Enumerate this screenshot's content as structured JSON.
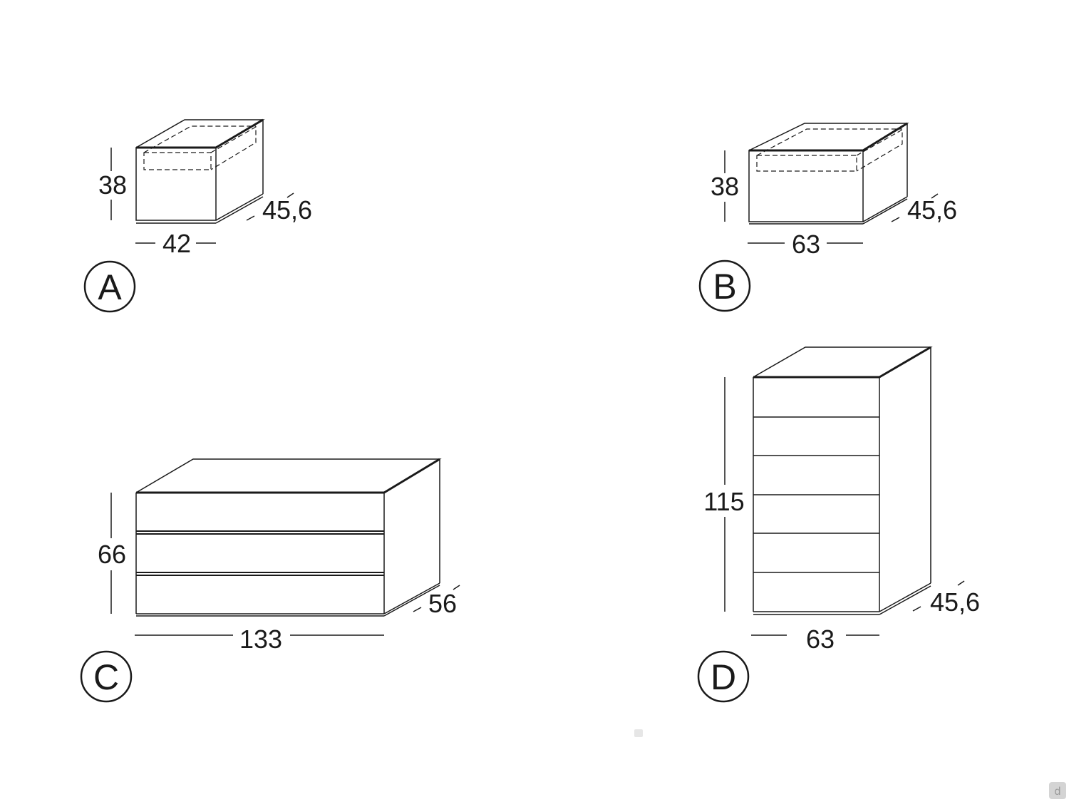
{
  "figures": [
    {
      "id": "A",
      "label": "A",
      "dimensions": {
        "height": "38",
        "width": "42",
        "depth": "45,6"
      },
      "drawers": 1,
      "drawer_style": "hidden-handle"
    },
    {
      "id": "B",
      "label": "B",
      "dimensions": {
        "height": "38",
        "width": "63",
        "depth": "45,6"
      },
      "drawers": 1,
      "drawer_style": "hidden-handle"
    },
    {
      "id": "C",
      "label": "C",
      "dimensions": {
        "height": "66",
        "width": "133",
        "depth": "56"
      },
      "drawers": 3,
      "drawer_style": "flat"
    },
    {
      "id": "D",
      "label": "D",
      "dimensions": {
        "height": "115",
        "width": "63",
        "depth": "45,6"
      },
      "drawers": 6,
      "drawer_style": "flat"
    }
  ],
  "watermark": {
    "glyph": "d",
    "icon": "watermark-logo-icon"
  },
  "colors": {
    "line": "#1a1a1a",
    "watermark": "#9a9a9a"
  }
}
